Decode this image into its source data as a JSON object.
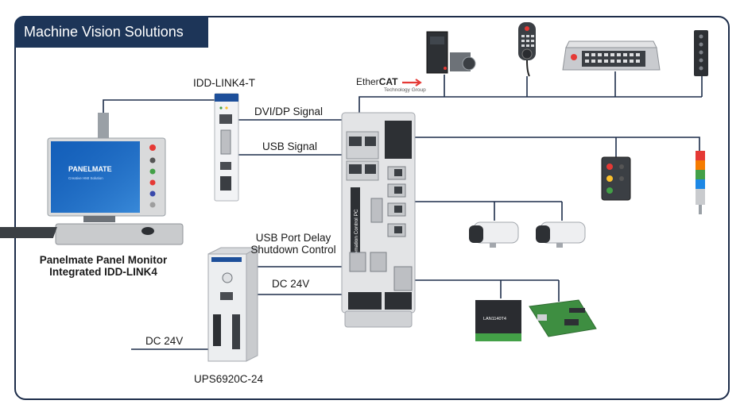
{
  "title": "Machine Vision Solutions",
  "labels": {
    "idd_link": "IDD-LINK4-T",
    "dvi_signal": "DVI/DP Signal",
    "usb_signal": "USB Signal",
    "usb_port_line1": "USB Port Delay",
    "usb_port_line2": "Shutdown Control",
    "dc24v_mid": "DC 24V",
    "dc24v_left": "DC 24V",
    "ups": "UPS6920C-24",
    "panel_line1": "Panelmate Panel Monitor",
    "panel_line2": "Integrated IDD-LINK4"
  },
  "ethercat": {
    "main_a": "Ether",
    "main_b": "CAT",
    "sub": "Technology Group"
  },
  "device_text": {
    "monitor_brand": "PANELMATE",
    "monitor_tag": "Creative HMI Solution",
    "controller_vertical": "Automation Control PC",
    "lan_module": "LAN1140T4"
  },
  "colors": {
    "line": "#1d2d4a",
    "title_bg": "#1d3558",
    "screen_blue": "#1565c0"
  }
}
